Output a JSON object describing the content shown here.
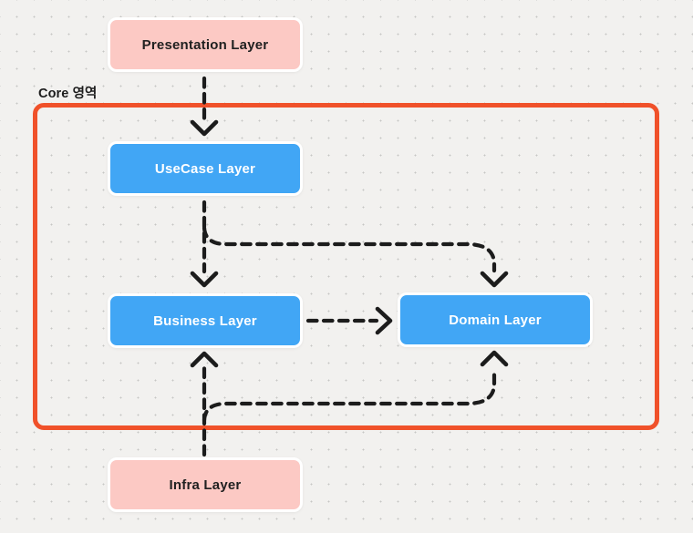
{
  "diagram": {
    "core_region": {
      "label": "Core 영역",
      "border_color": "#F0512A"
    },
    "nodes": [
      {
        "id": "presentation",
        "label": "Presentation Layer",
        "fill": "#FCC9C4",
        "text_color": "#212121",
        "region": "outside-core"
      },
      {
        "id": "usecase",
        "label": "UseCase Layer",
        "fill": "#41A6F5",
        "text_color": "#FFFFFF",
        "region": "core"
      },
      {
        "id": "business",
        "label": "Business Layer",
        "fill": "#41A6F5",
        "text_color": "#FFFFFF",
        "region": "core"
      },
      {
        "id": "domain",
        "label": "Domain Layer",
        "fill": "#41A6F5",
        "text_color": "#FFFFFF",
        "region": "core"
      },
      {
        "id": "infra",
        "label": "Infra Layer",
        "fill": "#FCC9C4",
        "text_color": "#212121",
        "region": "outside-core"
      }
    ],
    "edges": [
      {
        "from": "Presentation Layer",
        "to": "UseCase Layer",
        "style": "dashed",
        "arrow": "to"
      },
      {
        "from": "UseCase Layer",
        "to": "Business Layer",
        "style": "dashed",
        "arrow": "to"
      },
      {
        "from": "UseCase Layer",
        "to": "Domain Layer",
        "style": "dashed",
        "arrow": "to"
      },
      {
        "from": "Business Layer",
        "to": "Domain Layer",
        "style": "dashed",
        "arrow": "to"
      },
      {
        "from": "Infra Layer",
        "to": "Business Layer",
        "style": "dashed",
        "arrow": "to"
      },
      {
        "from": "Infra Layer",
        "to": "Domain Layer",
        "style": "dashed",
        "arrow": "to"
      }
    ],
    "colors": {
      "background": "#F2F1EF",
      "grid_dot": "#C7C6C4",
      "arrow": "#1C1C1C",
      "node_blue": "#41A6F5",
      "node_pink": "#FCC9C4",
      "core_border": "#F0512A"
    }
  }
}
